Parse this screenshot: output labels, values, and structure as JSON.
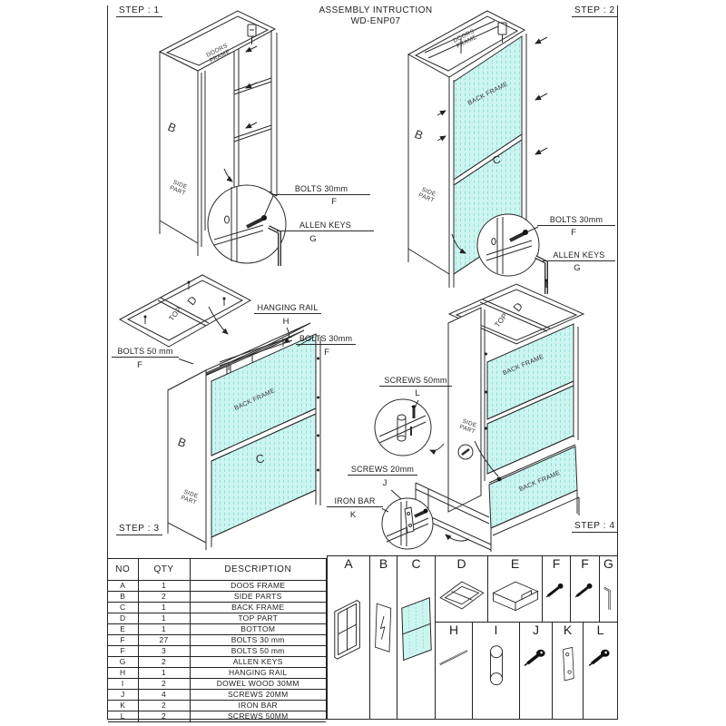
{
  "title": {
    "line1": "ASSEMBLY INTRUCTION",
    "line2": "WD-ENP07"
  },
  "steps": {
    "step1": {
      "label": "STEP : 1",
      "labels": {
        "doors_frame": "DOORS FRAME",
        "side_letter": "B",
        "side_part": "SIDE PART"
      },
      "callouts": {
        "bolts30": {
          "text": "BOLTS 30mm",
          "letter": "F"
        },
        "allen_keys": {
          "text": "ALLEN KEYS",
          "letter": "G"
        }
      }
    },
    "step2": {
      "label": "STEP : 2",
      "labels": {
        "doors_frame": "DOORS FRAME",
        "back_frame": "BACK FRAME",
        "side_letter": "B",
        "back_letter": "C",
        "side_part": "SIDE PART"
      },
      "callouts": {
        "bolts30": {
          "text": "BOLTS 30mm",
          "letter": "F"
        },
        "allen_keys": {
          "text": "ALLEN KEYS",
          "letter": "G"
        }
      }
    },
    "step3": {
      "label": "STEP : 3",
      "labels": {
        "top": "TOP",
        "top_letter": "D",
        "back_frame": "BACK FRAME",
        "side_letter": "B",
        "back_letter": "C",
        "side_part": "SIDE PART"
      },
      "callouts": {
        "hanging_rail": {
          "text": "HANGING RAIL",
          "letter": "H"
        },
        "bolts30": {
          "text": "BOLTS 30mm",
          "letter": "F"
        },
        "bolts50": {
          "text": "BOLTS 50 mm",
          "letter": "F"
        }
      }
    },
    "step4": {
      "label": "STEP : 4",
      "labels": {
        "top": "TOP",
        "top_letter": "D",
        "back_frame_upper": "BACK FRAME",
        "back_frame_lower": "BACK FRAME",
        "side_part": "SIDE PART"
      },
      "callouts": {
        "screws50": {
          "text": "SCREWS 50mm",
          "letter": "L"
        },
        "screws20": {
          "text": "SCREWS 20mm",
          "letter": "J"
        },
        "iron_bar": {
          "text": "IRON BAR",
          "letter": "K"
        }
      }
    }
  },
  "table": {
    "headers": [
      "NO",
      "QTY",
      "DESCRIPTION"
    ],
    "rows": [
      [
        "A",
        "1",
        "DOOS FRAME"
      ],
      [
        "B",
        "2",
        "SIDE PARTS"
      ],
      [
        "C",
        "1",
        "BACK FRAME"
      ],
      [
        "D",
        "1",
        "TOP PART"
      ],
      [
        "E",
        "1",
        "BOTTOM"
      ],
      [
        "F",
        "27",
        "BOLTS 30 mm"
      ],
      [
        "F",
        "3",
        "BOLTS 50 mm"
      ],
      [
        "G",
        "2",
        "ALLEN KEYS"
      ],
      [
        "H",
        "1",
        "HANGING RAIL"
      ],
      [
        "I",
        "2",
        "DOWEL WOOD 30MM"
      ],
      [
        "J",
        "4",
        "SCREWS 20MM"
      ],
      [
        "K",
        "2",
        "IRON BAR"
      ],
      [
        "L",
        "2",
        "SCREWS 50MM"
      ]
    ]
  },
  "parts_grid": {
    "cells": [
      {
        "letter": "A",
        "icon": "doors-frame-icon"
      },
      {
        "letter": "B",
        "icon": "side-part-icon"
      },
      {
        "letter": "C",
        "icon": "back-frame-icon"
      },
      {
        "letter": "D",
        "icon": "top-part-icon"
      },
      {
        "letter": "E",
        "icon": "bottom-icon"
      },
      {
        "letter": "F",
        "icon": "bolt-icon"
      },
      {
        "letter": "F",
        "icon": "bolt-icon"
      },
      {
        "letter": "G",
        "icon": "allen-key-icon"
      },
      {
        "letter": "H",
        "icon": "hanging-rail-icon"
      },
      {
        "letter": "I",
        "icon": "dowel-icon"
      },
      {
        "letter": "J",
        "icon": "screw-icon"
      },
      {
        "letter": "K",
        "icon": "iron-bar-icon"
      },
      {
        "letter": "L",
        "icon": "screw-icon"
      }
    ]
  },
  "colors": {
    "back_frame_fill": "#cdf5f0",
    "back_frame_hatch": "#8adfd7",
    "line": "#2b2b2b"
  }
}
